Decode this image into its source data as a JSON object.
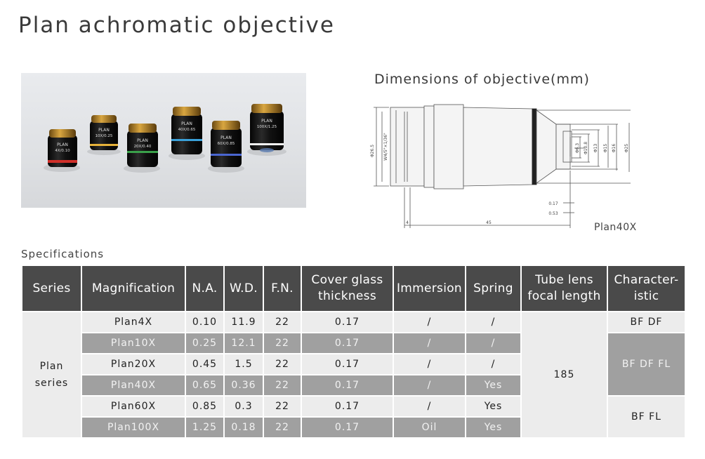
{
  "page": {
    "title": "Plan achromatic objective",
    "dimensions_title": "Dimensions of objective(mm)",
    "drawing_label": "Plan40X",
    "spec_label": "Specifications"
  },
  "photo": {
    "objectives": [
      {
        "label": "PLAN",
        "spec": "4X/0.10",
        "band_color": "#d0302a"
      },
      {
        "label": "PLAN",
        "spec": "10X/0.25",
        "band_color": "#e6b23a"
      },
      {
        "label": "PLAN",
        "spec": "20X/0.40",
        "band_color": "#3aa04a"
      },
      {
        "label": "PLAN",
        "spec": "40X/0.65",
        "band_color": "#3aa0d8"
      },
      {
        "label": "PLAN",
        "spec": "60X/0.85",
        "band_color": "#4a66d0"
      },
      {
        "label": "PLAN",
        "spec": "100X/1.25",
        "band_color": "#f0f0f0"
      }
    ]
  },
  "drawing": {
    "thread": "W4/5\"×1/36\"",
    "d_outer": "Φ26.5",
    "diameters": [
      "Φ6.3",
      "Φ10.8",
      "Φ13",
      "Φ15",
      "Φ16",
      "Φ25"
    ],
    "dims": [
      "0.17",
      "0.53",
      "4",
      "45"
    ]
  },
  "table": {
    "headers": {
      "series": "Series",
      "magnification": "Magnification",
      "na": "N.A.",
      "wd": "W.D.",
      "fn": "F.N.",
      "cover_1": "Cover glass",
      "cover_2": "thickness",
      "immersion": "Immersion",
      "spring": "Spring",
      "tube_1": "Tube lens",
      "tube_2": "focal length",
      "char_1": "Character-",
      "char_2": "istic"
    },
    "series_1": "Plan",
    "series_2": "series",
    "tube_value": "185",
    "characteristic": [
      "BF  DF",
      "BF  DF  FL",
      "BF  FL"
    ],
    "rows": [
      {
        "mag": "Plan4X",
        "na": "0.10",
        "wd": "11.9",
        "fn": "22",
        "cover": "0.17",
        "immersion": "/",
        "spring": "/"
      },
      {
        "mag": "Plan10X",
        "na": "0.25",
        "wd": "12.1",
        "fn": "22",
        "cover": "0.17",
        "immersion": "/",
        "spring": "/"
      },
      {
        "mag": "Plan20X",
        "na": "0.45",
        "wd": "1.5",
        "fn": "22",
        "cover": "0.17",
        "immersion": "/",
        "spring": "/"
      },
      {
        "mag": "Plan40X",
        "na": "0.65",
        "wd": "0.36",
        "fn": "22",
        "cover": "0.17",
        "immersion": "/",
        "spring": "Yes"
      },
      {
        "mag": "Plan60X",
        "na": "0.85",
        "wd": "0.3",
        "fn": "22",
        "cover": "0.17",
        "immersion": "/",
        "spring": "Yes"
      },
      {
        "mag": "Plan100X",
        "na": "1.25",
        "wd": "0.18",
        "fn": "22",
        "cover": "0.17",
        "immersion": "Oil",
        "spring": "Yes"
      }
    ]
  }
}
